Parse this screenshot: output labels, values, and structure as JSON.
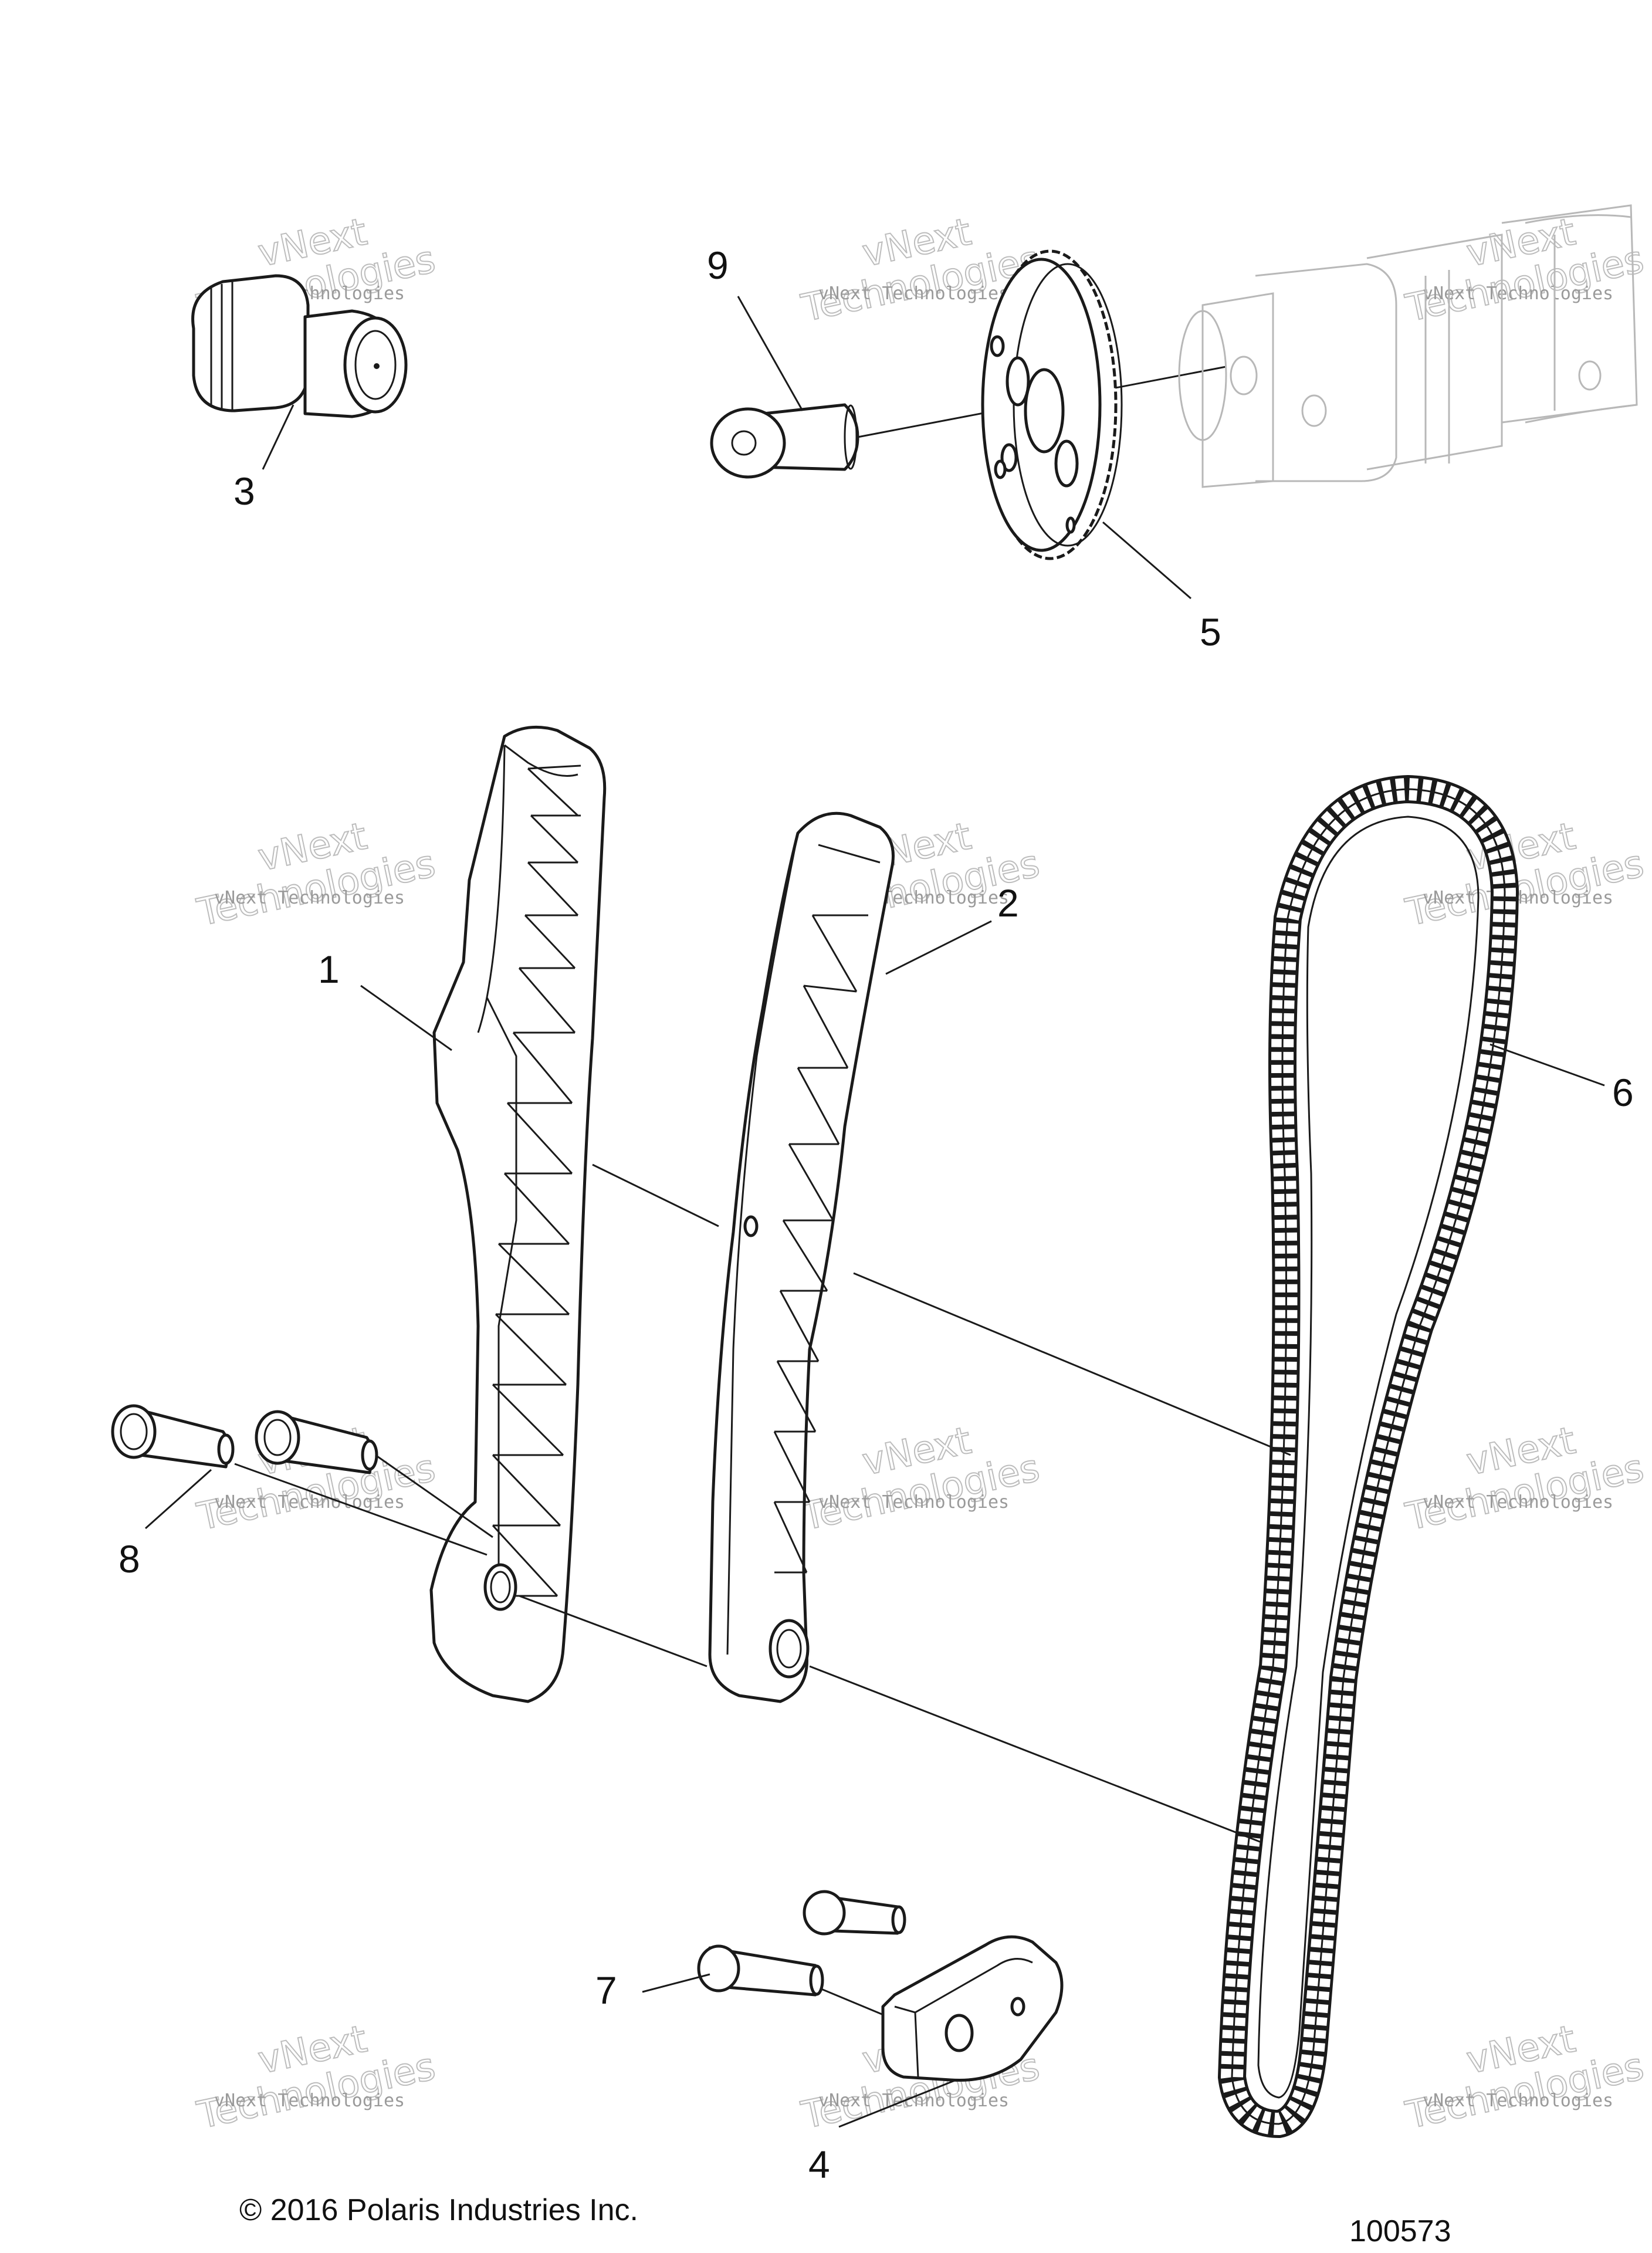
{
  "diagram": {
    "callouts": [
      "1",
      "2",
      "3",
      "4",
      "5",
      "6",
      "7",
      "8",
      "9"
    ],
    "watermark": {
      "line1": "vNext Technologies",
      "line2": "Technologies",
      "line3": "vNext"
    },
    "copyright": "© 2016 Polaris Industries Inc.",
    "figure_number": "100573"
  }
}
